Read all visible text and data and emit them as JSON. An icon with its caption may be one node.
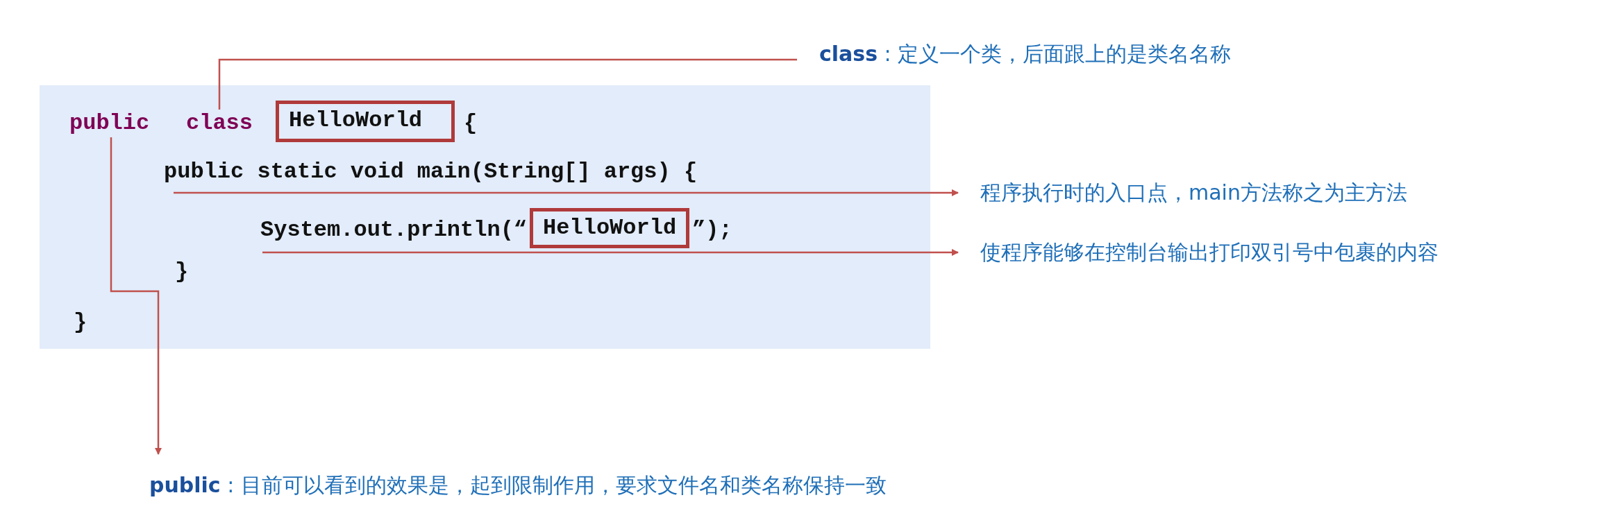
{
  "diagram": {
    "nodes": [
      {
        "text": [],
        "shape": "box"
      },
      {
        "text": [
          "public"
        ],
        "in": 0
      },
      {
        "text": [
          "class"
        ],
        "in": 0
      },
      {
        "text": [
          "HelloWorld"
        ],
        "in": 0
      },
      {
        "text": [
          "public static void main(String[] args) {"
        ],
        "in": 0
      },
      {
        "text": [
          "System.out.println(“",
          "”);"
        ],
        "in": 0
      },
      {
        "text": [
          "HelloWorld"
        ],
        "in": 5
      },
      {
        "text": [
          "**class** : 定义一个类，后面跟上的是类名名称"
        ]
      },
      {
        "text": [
          "程序执行时的入口点，main方法称之为主方法"
        ]
      },
      {
        "text": [
          "使程序能够在控制台输出打印双引号中包裹的内容"
        ]
      },
      {
        "text": [
          "**public** : 目前可以看到的效果是，起到限制作用，要求文件名和类名称保持一致"
        ]
      }
    ],
    "edges": [
      {
        "from": 2,
        "to": 7,
        "arrow": "none"
      },
      {
        "from": 4,
        "to": 8,
        "arrow": "to"
      },
      {
        "from": 5,
        "to": 9,
        "arrow": "to"
      },
      {
        "from": 1,
        "to": 10,
        "arrow": "to"
      }
    ],
    "labels": [
      "{",
      "}",
      "}"
    ]
  }
}
